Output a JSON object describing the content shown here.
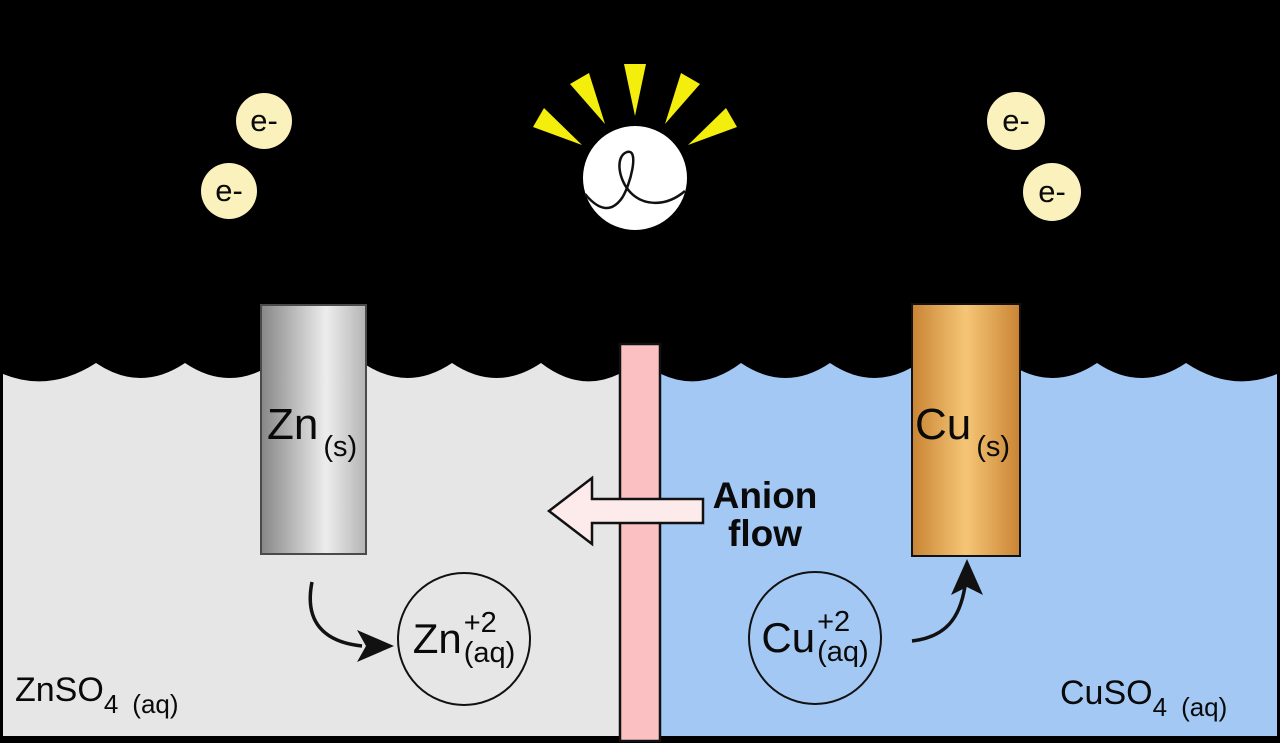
{
  "colors": {
    "background": "#000000",
    "left_solution": "#e6e6e6",
    "right_solution": "#a4c8f4",
    "salt_bridge": "#fac0c2",
    "anion_arrow_fill": "#fdebeb",
    "electron_fill": "#faf1bd",
    "ray_yellow": "#f4ee0c",
    "zinc_dark": "#868686",
    "zinc_light": "#ededed",
    "zinc_edge": "#b4b4b4",
    "copper_dark": "#c98434",
    "copper_light": "#f5c676",
    "bulb_white": "#ffffff",
    "line_black": "#111111"
  },
  "left_cell": {
    "electrode": {
      "symbol": "Zn",
      "state": "(s)"
    },
    "ion": {
      "symbol": "Zn",
      "charge": "+2",
      "state": "(aq)"
    },
    "solution": {
      "formula": "ZnSO",
      "subscript": "4",
      "state": "(aq)"
    }
  },
  "right_cell": {
    "electrode": {
      "symbol": "Cu",
      "state": "(s)"
    },
    "ion": {
      "symbol": "Cu",
      "charge": "+2",
      "state": "(aq)"
    },
    "solution": {
      "formula": "CuSO",
      "subscript": "4",
      "state": "(aq)"
    }
  },
  "salt_bridge": {
    "label_line1": "Anion",
    "label_line2": "flow"
  },
  "electrons": {
    "label": "e-"
  }
}
